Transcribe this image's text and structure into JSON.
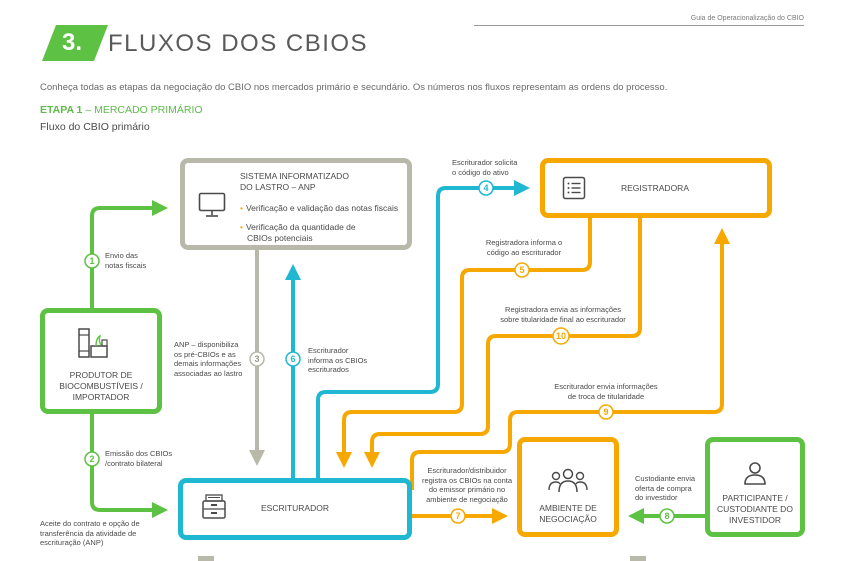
{
  "header": {
    "guide": "Guia de Operacionalização do CBIO",
    "section_number": "3.",
    "section_title": "FLUXOS DOS CBIOS",
    "intro": "Conheça todas as etapas da negociação do CBIO nos mercados primário e secundário. Os números nos fluxos representam as ordens do processo.",
    "etapa_bold": "ETAPA 1",
    "etapa_rest": " – MERCADO PRIMÁRIO",
    "subtitle": "Fluxo do CBIO primário"
  },
  "nodes": {
    "sistema": {
      "title_line1": "SISTEMA INFORMATIZADO",
      "title_line2": "DO LASTRO – ANP",
      "bullet1": "Verificação e validação das notas fiscais",
      "bullet2_line1": "Verificação da quantidade de",
      "bullet2_line2": "CBIOs potenciais"
    },
    "registradora": {
      "title": "REGISTRADORA"
    },
    "produtor": {
      "line1": "PRODUTOR DE",
      "line2": "BIOCOMBUSTÍVEIS /",
      "line3": "IMPORTADOR"
    },
    "escriturador": {
      "title": "ESCRITURADOR"
    },
    "ambiente": {
      "line1": "AMBIENTE DE",
      "line2": "NEGOCIAÇÃO"
    },
    "participante": {
      "line1": "PARTICIPANTE /",
      "line2": "CUSTODIANTE DO",
      "line3": "INVESTIDOR"
    }
  },
  "steps": {
    "s1": {
      "num": "1",
      "line1": "Envio das",
      "line2": "notas fiscais"
    },
    "s2": {
      "num": "2",
      "line1": "Emissão dos CBIOs",
      "line2": "/contrato bilateral"
    },
    "s3": {
      "num": "3",
      "line1": "ANP – disponibiliza",
      "line2": "os pré-CBIOs e as",
      "line3": "demais informações",
      "line4": "associadas ao lastro"
    },
    "s4": {
      "num": "4",
      "line1": "Escriturador solicita",
      "line2": "o código do ativo"
    },
    "s5": {
      "num": "5",
      "line1": "Registradora informa o",
      "line2": "código ao escriturador"
    },
    "s6": {
      "num": "6",
      "line1": "Escriturador",
      "line2": "informa os CBIOs",
      "line3": "escriturados"
    },
    "s7": {
      "num": "7",
      "line1": "Escriturador/distribuidor",
      "line2": "registra os CBIOs na conta",
      "line3": "do emissor primário no",
      "line4": "ambiente de negociação"
    },
    "s8": {
      "num": "8",
      "line1": "Custodiante envia",
      "line2": "oferta de compra",
      "line3": "do investidor"
    },
    "s9": {
      "num": "9",
      "line1": "Escriturador envia informações",
      "line2": "de troca de titularidade"
    },
    "s10": {
      "num": "10",
      "line1": "Registradora envia as informações",
      "line2": "sobre titularidade final ao escriturador"
    }
  },
  "footnote": {
    "line1": "Aceite do contrato e opção de",
    "line2": "transferência da atividade de",
    "line3": "escrituração (ANP)"
  },
  "colors": {
    "green": "#5dc143",
    "gray": "#b9b9a9",
    "orange": "#f6a800",
    "cyan": "#20b7d3",
    "text": "#4a4a4a"
  },
  "icons": {
    "sistema": "monitor-icon",
    "registradora": "list-document-icon",
    "produtor": "factory-icon",
    "escriturador": "filing-cabinet-icon",
    "ambiente": "people-group-icon",
    "participante": "person-icon"
  }
}
